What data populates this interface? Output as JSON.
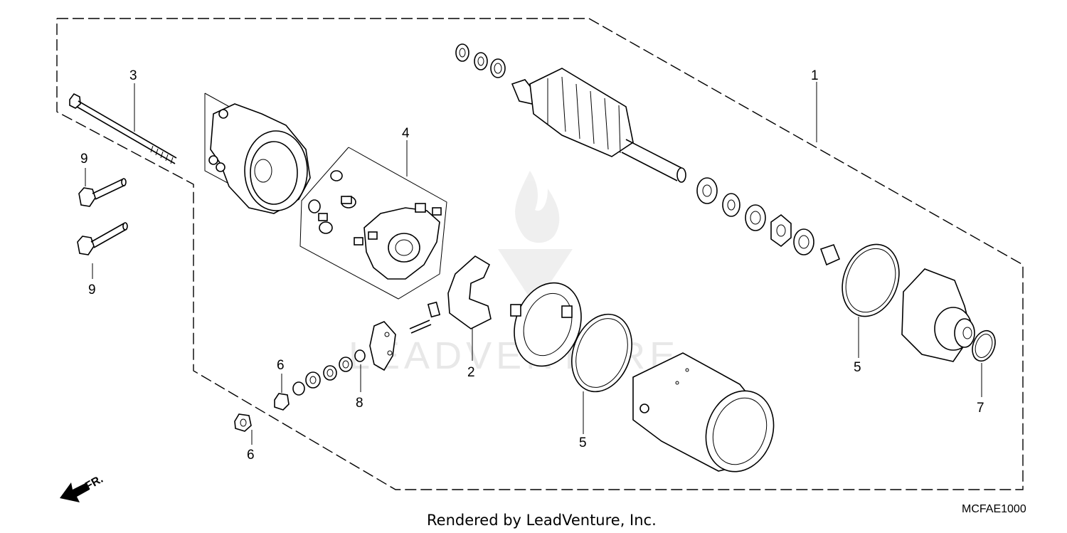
{
  "callouts": {
    "c1": "1",
    "c2": "2",
    "c3": "3",
    "c4": "4",
    "c5a": "5",
    "c5b": "5",
    "c6a": "6",
    "c6b": "6",
    "c7": "7",
    "c8": "8",
    "c9a": "9",
    "c9b": "9"
  },
  "front_arrow_label": "FR.",
  "diagram_code": "MCFAE1000",
  "credit": "Rendered by LeadVenture, Inc.",
  "watermark": "LEADVENTURE"
}
